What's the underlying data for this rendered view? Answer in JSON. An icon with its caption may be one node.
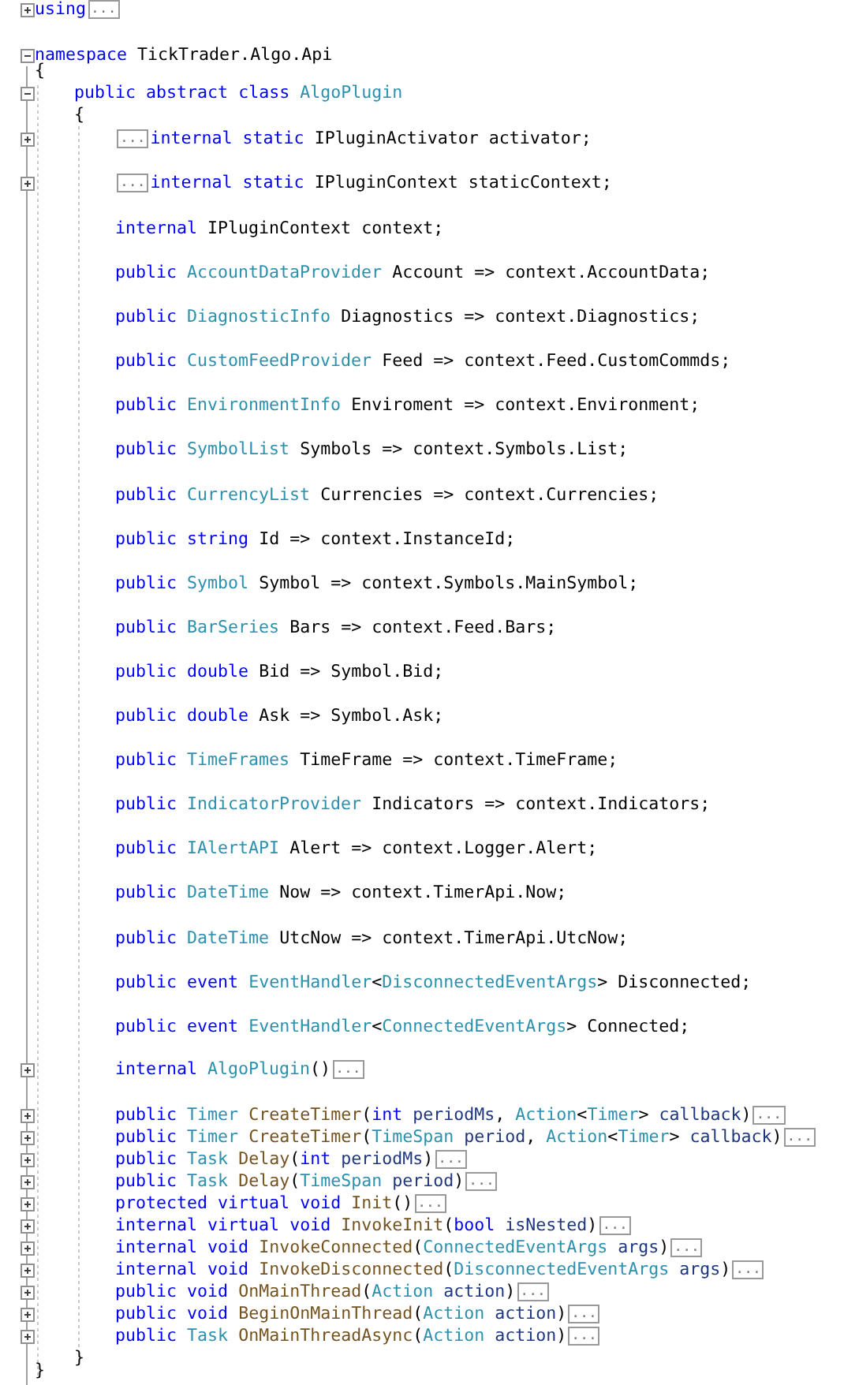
{
  "diagram": {
    "nodes": [
      {
        "text": [
          "..."
        ]
      },
      {
        "text": [
          "..."
        ]
      },
      {
        "text": [
          "..."
        ]
      },
      {
        "text": [
          "..."
        ]
      },
      {
        "text": [
          "..."
        ]
      },
      {
        "text": [
          "..."
        ]
      },
      {
        "text": [
          "..."
        ]
      },
      {
        "text": [
          "..."
        ]
      },
      {
        "text": [
          "..."
        ]
      },
      {
        "text": [
          "..."
        ]
      },
      {
        "text": [
          "..."
        ]
      },
      {
        "text": [
          "..."
        ]
      },
      {
        "text": [
          "..."
        ]
      },
      {
        "text": [
          "..."
        ]
      },
      {
        "text": [
          "..."
        ]
      }
    ],
    "labels": [
      "using",
      "namespace TickTrader.Algo.Api",
      "{",
      "public abstract class AlgoPlugin",
      "{",
      "internal static IPluginActivator activator;",
      "internal static IPluginContext staticContext;",
      "internal IPluginContext context;",
      "public AccountDataProvider Account => context.AccountData;",
      "public DiagnosticInfo Diagnostics => context.Diagnostics;",
      "public CustomFeedProvider Feed => context.Feed.CustomCommds;",
      "public EnvironmentInfo Enviroment => context.Environment;",
      "public SymbolList Symbols => context.Symbols.List;",
      "public CurrencyList Currencies => context.Currencies;",
      "public string Id => context.InstanceId;",
      "public Symbol Symbol => context.Symbols.MainSymbol;",
      "public BarSeries Bars => context.Feed.Bars;",
      "public double Bid => Symbol.Bid;",
      "public double Ask => Symbol.Ask;",
      "public TimeFrames TimeFrame => context.TimeFrame;",
      "public IndicatorProvider Indicators => context.Indicators;",
      "public IAlertAPI Alert => context.Logger.Alert;",
      "public DateTime Now => context.TimerApi.Now;",
      "public DateTime UtcNow => context.TimerApi.UtcNow;",
      "public event EventHandler<DisconnectedEventArgs> Disconnected;",
      "public event EventHandler<ConnectedEventArgs> Connected;",
      "internal AlgoPlugin()",
      "public Timer CreateTimer(int periodMs, Action<Timer> callback)",
      "public Timer CreateTimer(TimeSpan period, Action<Timer> callback)",
      "public Task Delay(int periodMs)",
      "public Task Delay(TimeSpan period)",
      "protected virtual void Init()",
      "internal virtual void InvokeInit(bool isNested)",
      "internal void InvokeConnected(ConnectedEventArgs args)",
      "internal void InvokeDisconnected(DisconnectedEventArgs args)",
      "public void OnMainThread(Action action)",
      "public void BeginOnMainThread(Action action)",
      "public Task OnMainThreadAsync(Action action)",
      "}",
      "}"
    ]
  }
}
